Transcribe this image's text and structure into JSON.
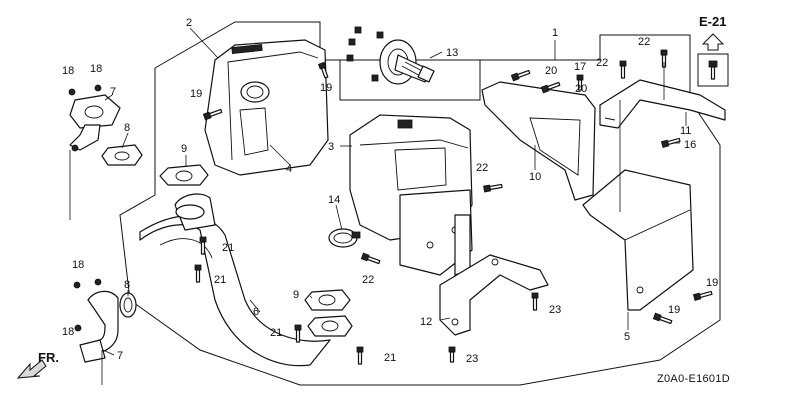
{
  "page_code": "E-21",
  "drawing_code": "Z0A0-E1601D",
  "direction_label": "FR.",
  "callouts": {
    "c1": "1",
    "c2": "2",
    "c3": "3",
    "c4": "4",
    "c5": "5",
    "c6": "6",
    "c7a": "7",
    "c7b": "7",
    "c8a": "8",
    "c8b": "8",
    "c9a": "9",
    "c9b": "9",
    "c10": "10",
    "c11": "11",
    "c12": "12",
    "c13": "13",
    "c14": "14",
    "c16": "16",
    "c17": "17",
    "c18a": "18",
    "c18b": "18",
    "c18c": "18",
    "c18d": "18",
    "c19a": "19",
    "c19b": "19",
    "c19c": "19",
    "c19d": "19",
    "c20a": "20",
    "c20b": "20",
    "c21a": "21",
    "c21b": "21",
    "c21c": "21",
    "c21d": "21",
    "c22a": "22",
    "c22b": "22",
    "c22c": "22",
    "c22d": "22",
    "c23a": "23",
    "c23b": "23"
  },
  "icons": {
    "up_arrow": "up-arrow-icon",
    "fr_arrow": "front-direction-arrow-icon",
    "bolt": "bolt-icon"
  }
}
